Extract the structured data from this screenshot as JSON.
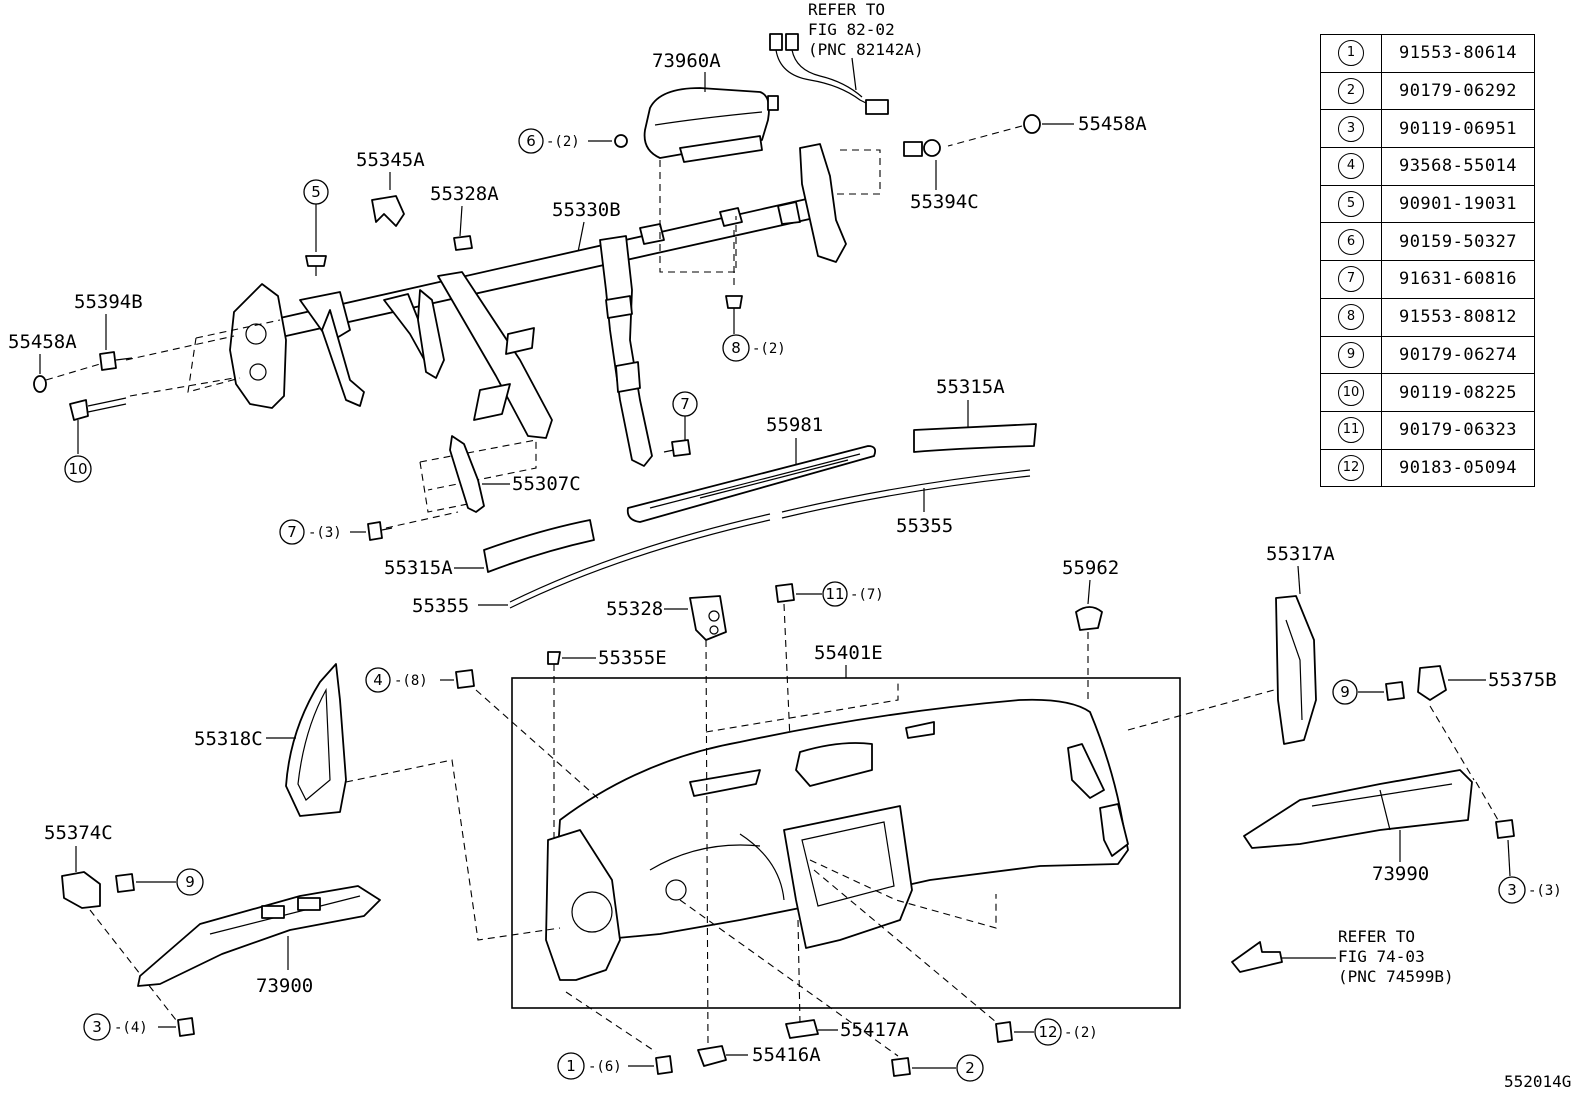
{
  "diagram_id": "552014G",
  "refer_top": {
    "line1": "REFER TO",
    "line2": "FIG 82-02",
    "line3": "(PNC 82142A)"
  },
  "refer_bottom": {
    "line1": "REFER TO",
    "line2": "FIG 74-03",
    "line3": "(PNC 74599B)"
  },
  "fastener_table": [
    {
      "index": "1",
      "part_no": "91553-80614"
    },
    {
      "index": "2",
      "part_no": "90179-06292"
    },
    {
      "index": "3",
      "part_no": "90119-06951"
    },
    {
      "index": "4",
      "part_no": "93568-55014"
    },
    {
      "index": "5",
      "part_no": "90901-19031"
    },
    {
      "index": "6",
      "part_no": "90159-50327"
    },
    {
      "index": "7",
      "part_no": "91631-60816"
    },
    {
      "index": "8",
      "part_no": "91553-80812"
    },
    {
      "index": "9",
      "part_no": "90179-06274"
    },
    {
      "index": "10",
      "part_no": "90119-08225"
    },
    {
      "index": "11",
      "part_no": "90179-06323"
    },
    {
      "index": "12",
      "part_no": "90183-05094"
    }
  ],
  "part_labels": {
    "p73960A": "73960A",
    "p55458A_top": "55458A",
    "p55394C": "55394C",
    "p55345A": "55345A",
    "p55328A": "55328A",
    "p55330B": "55330B",
    "p55394B": "55394B",
    "p55458A_left": "55458A",
    "p55315A_right": "55315A",
    "p55981": "55981",
    "p55307C": "55307C",
    "p55355_right": "55355",
    "p55315A_left": "55315A",
    "p55355_left": "55355",
    "p55328": "55328",
    "p55962": "55962",
    "p55317A": "55317A",
    "p55355E": "55355E",
    "p55401E": "55401E",
    "p55375B": "55375B",
    "p55318C": "55318C",
    "p73990": "73990",
    "p55374C": "55374C",
    "p73900": "73900",
    "p55417A": "55417A",
    "p55416A": "55416A"
  },
  "quantities": {
    "q6": "-(2)",
    "q8": "-(2)",
    "q7": "-(3)",
    "q11": "-(7)",
    "q4": "-(8)",
    "q3_right": "-(3)",
    "q3_left": "-(4)",
    "q12": "-(2)",
    "q1": "-(6)"
  },
  "callouts": {
    "c5": "5",
    "c6": "6",
    "c8": "8",
    "c10": "10",
    "c7_upper": "7",
    "c7_lower": "7",
    "c11": "11",
    "c4": "4",
    "c9_right": "9",
    "c9_left": "9",
    "c3_right": "3",
    "c3_left": "3",
    "c12": "12",
    "c2": "2",
    "c1": "1"
  }
}
